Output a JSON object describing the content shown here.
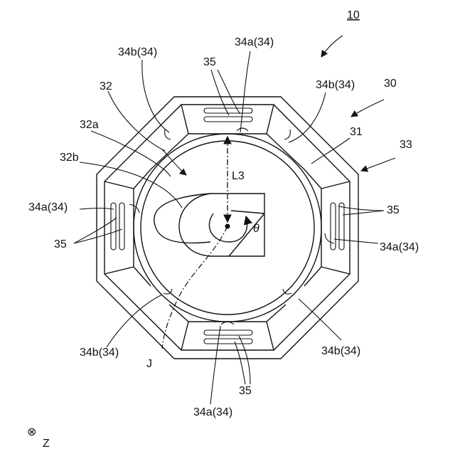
{
  "figure_ref": "10",
  "labels": {
    "l30": "30",
    "l31": "31",
    "l33": "33",
    "l32": "32",
    "l32a": "32a",
    "l32b": "32b",
    "l34a_top": "34a(34)",
    "l34b_tl": "34b(34)",
    "l34b_tr": "34b(34)",
    "l34a_left": "34a(34)",
    "l34a_right": "34a(34)",
    "l34b_bl": "34b(34)",
    "l34b_br": "34b(34)",
    "l34a_bottom": "34a(34)",
    "l35_top": "35",
    "l35_left": "35",
    "l35_right": "35",
    "l35_bottom": "35",
    "lL3": "L3",
    "ltheta": "θ",
    "lJ": "J",
    "lZ": "Z",
    "z_symbol": "⊗"
  }
}
